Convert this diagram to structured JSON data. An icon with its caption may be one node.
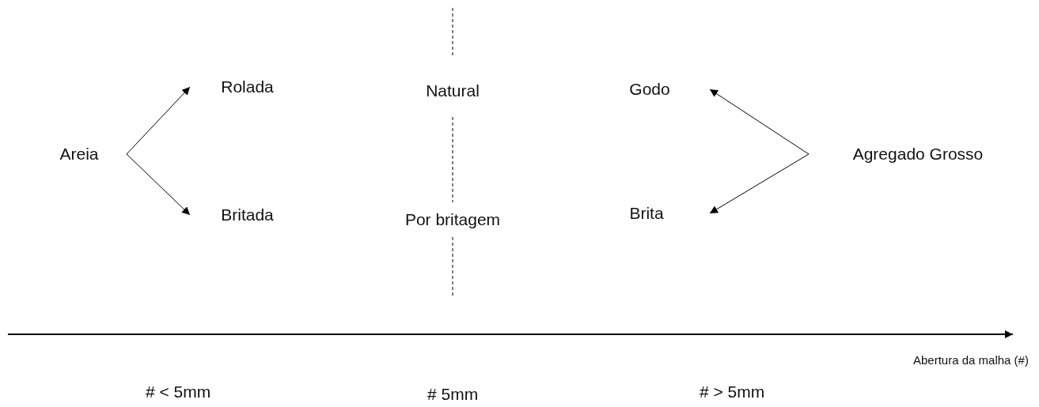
{
  "diagram": {
    "nodes": [
      {
        "text": [
          "Areia"
        ]
      },
      {
        "text": [
          "Rolada"
        ]
      },
      {
        "text": [
          "Britada"
        ]
      },
      {
        "text": [
          "Natural"
        ]
      },
      {
        "text": [
          "Por britagem"
        ]
      },
      {
        "text": [
          "Godo"
        ]
      },
      {
        "text": [
          "Brita"
        ]
      },
      {
        "text": [
          "Agregado Grosso"
        ]
      }
    ],
    "edges": [
      {
        "from": 0,
        "to": 1,
        "arrow": "to"
      },
      {
        "from": 0,
        "to": 2,
        "arrow": "to"
      },
      {
        "from": 7,
        "to": 5,
        "arrow": "to"
      },
      {
        "from": 7,
        "to": 6,
        "arrow": "to"
      }
    ],
    "labels": [
      "Abertura da malha (#)",
      "# < 5mm",
      "# 5mm",
      "# > 5mm"
    ]
  }
}
